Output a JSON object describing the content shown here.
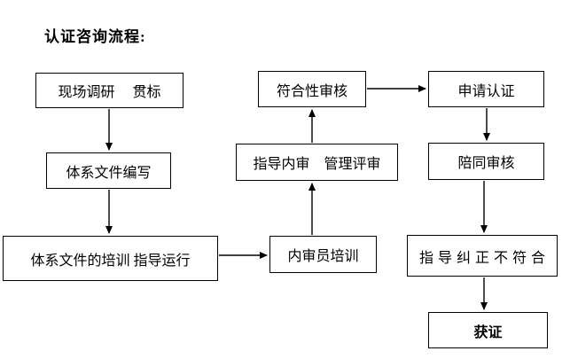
{
  "title": "认证咨询流程:",
  "flowchart": {
    "type": "flowchart",
    "background_color": "#ffffff",
    "line_color": "#000000",
    "box_border_color": "#000000",
    "nodes": [
      {
        "id": "field-research",
        "label": "现场调研　 贯标"
      },
      {
        "id": "system-doc-writing",
        "label": "体系文件编写"
      },
      {
        "id": "system-doc-training",
        "label": "体系文件的培训 指导运行"
      },
      {
        "id": "internal-auditor-training",
        "label": "内审员培训"
      },
      {
        "id": "guide-internal-audit",
        "label": "指导内审　管理评审"
      },
      {
        "id": "conformity-audit",
        "label": "符合性审核"
      },
      {
        "id": "apply-certification",
        "label": "申请认证"
      },
      {
        "id": "accompany-audit",
        "label": "陪同审核"
      },
      {
        "id": "guide-correction",
        "label": "指导纠正不符合"
      },
      {
        "id": "obtain-certificate",
        "label": "获证"
      }
    ],
    "edges": [
      {
        "from": "field-research",
        "to": "system-doc-writing",
        "direction": "down"
      },
      {
        "from": "system-doc-writing",
        "to": "system-doc-training",
        "direction": "down"
      },
      {
        "from": "system-doc-training",
        "to": "internal-auditor-training",
        "direction": "right"
      },
      {
        "from": "internal-auditor-training",
        "to": "guide-internal-audit",
        "direction": "up"
      },
      {
        "from": "guide-internal-audit",
        "to": "conformity-audit",
        "direction": "up"
      },
      {
        "from": "conformity-audit",
        "to": "apply-certification",
        "direction": "right"
      },
      {
        "from": "apply-certification",
        "to": "accompany-audit",
        "direction": "down"
      },
      {
        "from": "accompany-audit",
        "to": "guide-correction",
        "direction": "down"
      },
      {
        "from": "guide-correction",
        "to": "obtain-certificate",
        "direction": "down"
      }
    ]
  }
}
